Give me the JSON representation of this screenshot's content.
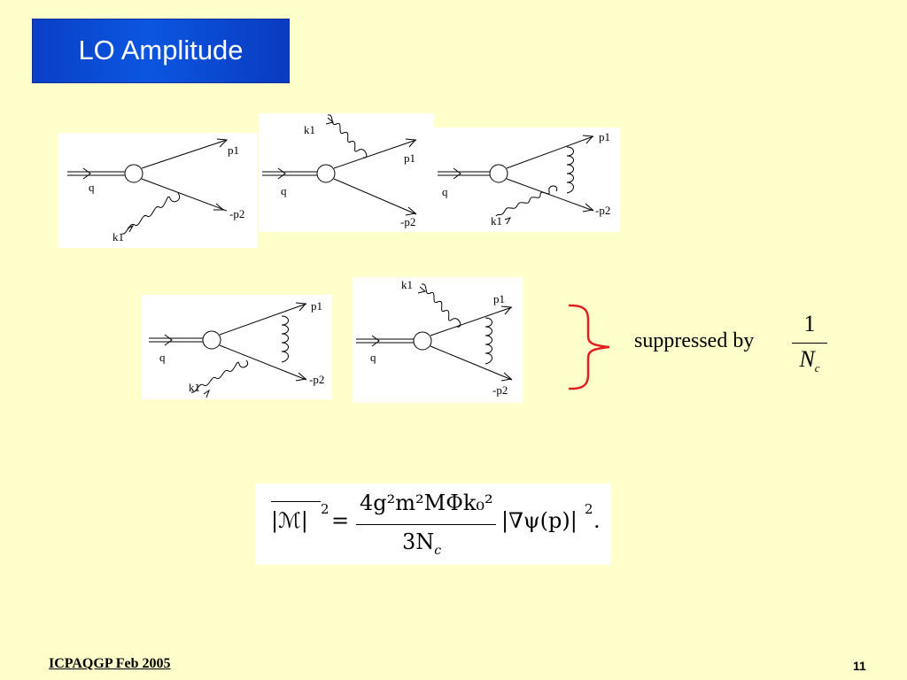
{
  "slide": {
    "title": "LO Amplitude"
  },
  "labels": {
    "q": "q",
    "p1": "p1",
    "p2": "-p2",
    "k1": "k1"
  },
  "note": {
    "text": "suppressed by",
    "numerator": "1",
    "denominator": "N",
    "denominator_sub": "c"
  },
  "formula": {
    "lhs": "|ℳ|",
    "lhs_exp": "2",
    "equals": "=",
    "numerator": "4g²m²MΦk₀²",
    "denominator": "3N",
    "denominator_sub": "c",
    "rhs": "|∇ψ(p)|",
    "rhs_exp": "2",
    "tail": "."
  },
  "footer": {
    "left": "ICPAQGP Feb 2005",
    "page": "11"
  },
  "colors": {
    "background": "#FFFFCC",
    "title_bar": "#0B4FD8",
    "brace": "#E02020"
  }
}
